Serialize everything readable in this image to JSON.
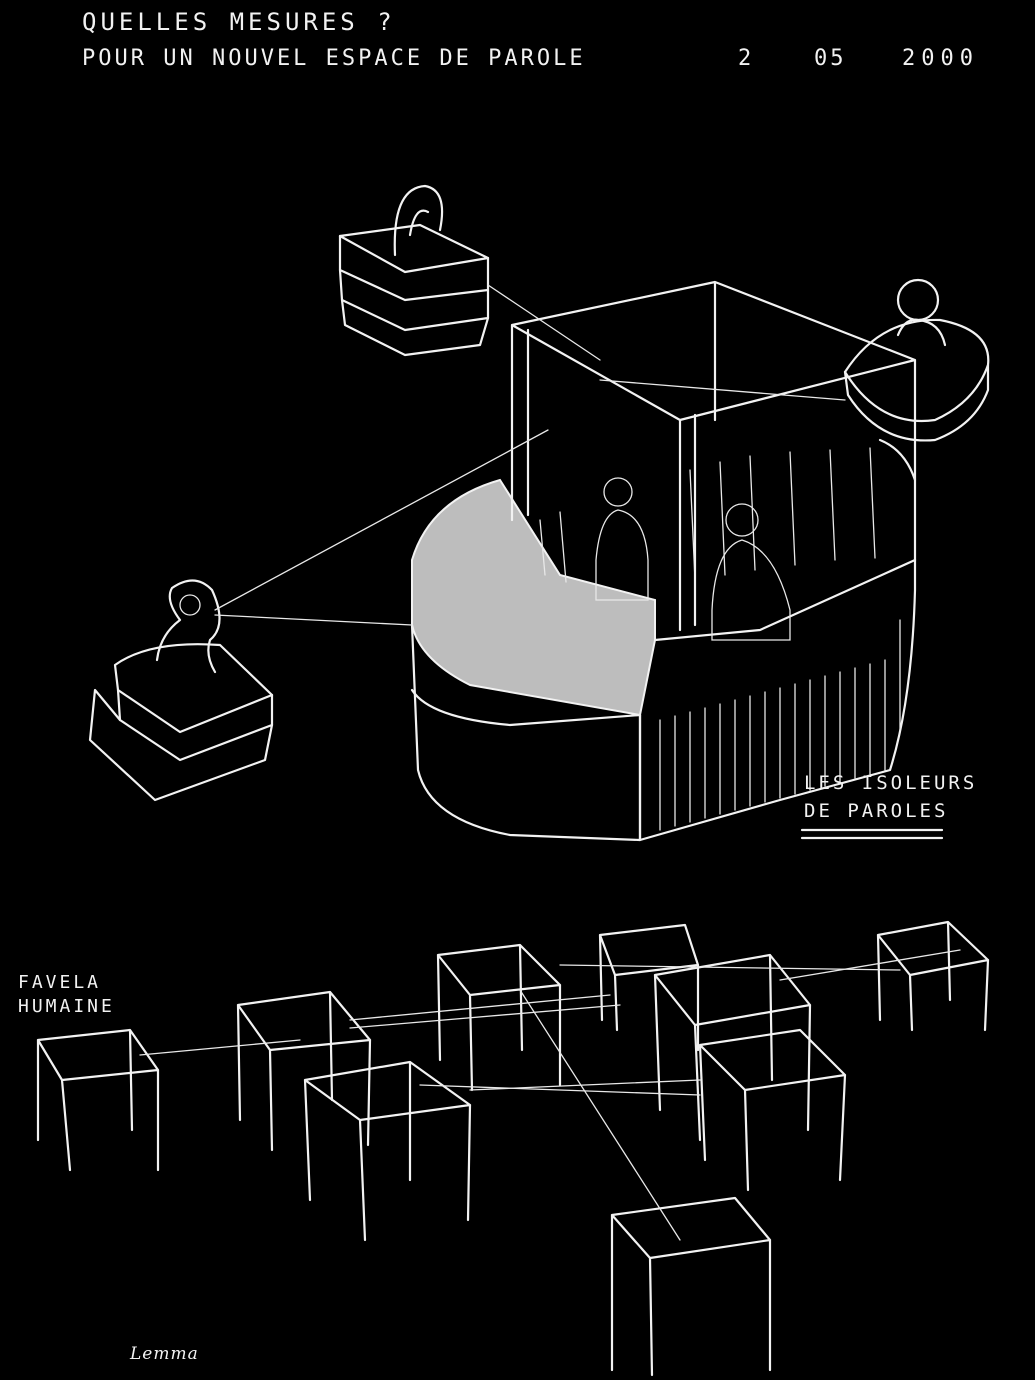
{
  "header": {
    "title": "QUELLES MESURES ?",
    "subtitle": "POUR UN NOUVEL ESPACE DE PAROLE",
    "date_day": "2",
    "date_month": "05",
    "date_year": "2000"
  },
  "labels": {
    "isoleurs_line1": "LES ISOLEURS",
    "isoleurs_line2": "DE PAROLES",
    "favela_line1": "FAVELA",
    "favela_line2": "HUMAINE"
  },
  "signature": "Lemma",
  "palette": {
    "background": "#000000",
    "ink": "#f2f2f2",
    "fill": "#bdbdbd"
  }
}
